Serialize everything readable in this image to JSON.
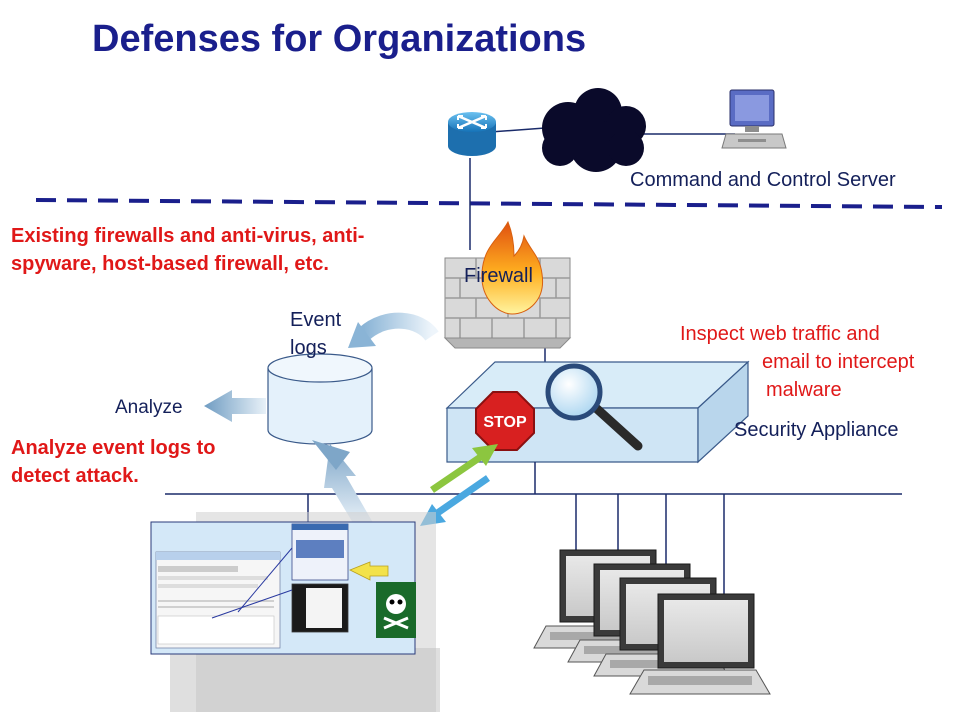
{
  "title": "Defenses for Organizations",
  "labels": {
    "c2_server": "Command and Control Server",
    "firewall": "Firewall",
    "existing_defenses_line1": "Existing firewalls and anti-virus, anti-",
    "existing_defenses_line2": "spyware, host-based firewall, etc.",
    "event_logs_line1": "Event",
    "event_logs_line2": "logs",
    "analyze": "Analyze",
    "analyze_logs_line1": "Analyze event logs to",
    "analyze_logs_line2": "detect attack.",
    "inspect_line1": "Inspect web traffic and",
    "inspect_line2": "email to intercept",
    "inspect_line3": "malware",
    "security_appliance": "Security Appliance",
    "stop_sign": "STOP"
  },
  "colors": {
    "title": "#1a1f8c",
    "accent_red": "#e01818",
    "label_navy": "#14205a",
    "dashed_line": "#1a1f8c",
    "router": "#2a8fd6",
    "cloud": "#0a0a2a",
    "appliance_fill": "#d8ecf8",
    "green_arrow": "#8cc63f",
    "blue_arrow": "#4aa8e0"
  }
}
